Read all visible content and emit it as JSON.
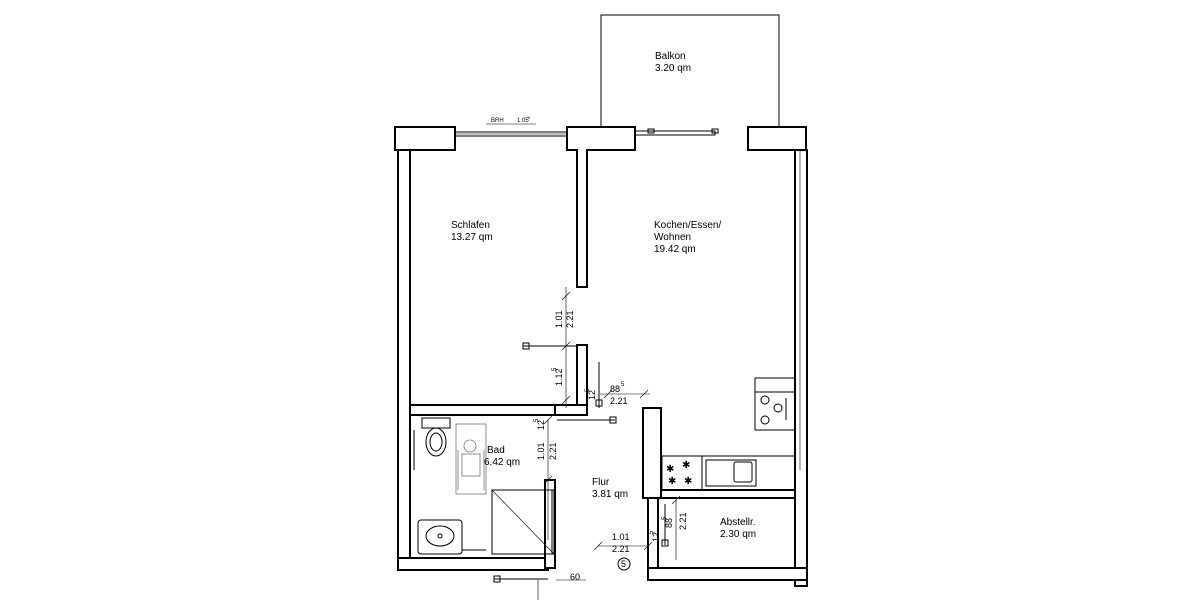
{
  "rooms": [
    {
      "name": "Balkon",
      "area": "3.20 qm"
    },
    {
      "name": "Schlafen",
      "area": "13.27 qm"
    },
    {
      "name_line1": "Kochen/Essen/",
      "name_line2": "Wohnen",
      "area": "19.42 qm"
    },
    {
      "name": "Bad",
      "area": "6.42 qm"
    },
    {
      "name": "Flur",
      "area": "3.81 qm"
    },
    {
      "name": "Abstellr.",
      "area": "2.30 qm"
    }
  ],
  "window_note": {
    "label": "BRH",
    "value": "1.05",
    "sup": "5"
  },
  "dimensions": {
    "d1_01": "1.01",
    "d2_21": "2.21",
    "d1_12": "1.12",
    "d1_12_sup": "5",
    "d12": "12",
    "d12_sup": "5",
    "d88": "88",
    "d88_sup": "5",
    "d88b": "88",
    "d88b_sup": "5",
    "d12b": "12",
    "d12b_sup": "5",
    "bad_2_21": "2.21",
    "bad_1_01": "1.01",
    "bad_12": "12",
    "bad_12_sup": "5",
    "flur_1_01": "1.01",
    "flur_2_21": "2.21",
    "abst_2_21": "2.21",
    "d60": "60"
  },
  "unit_marker": "5"
}
